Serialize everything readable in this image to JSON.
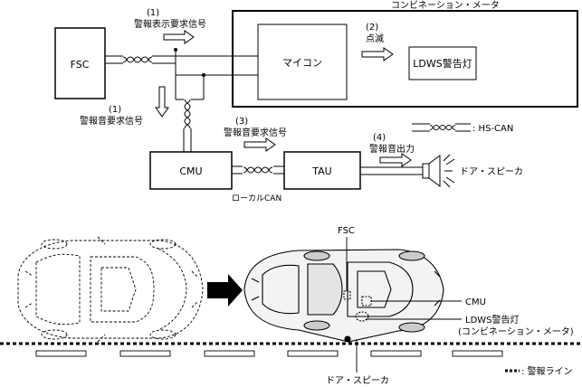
{
  "diagram": {
    "meter_title": "コンビネーション・メータ",
    "nodes": {
      "fsc": "FSC",
      "micon": "マイコン",
      "ldws_lamp": "LDWS警告灯",
      "cmu": "CMU",
      "tau": "TAU"
    },
    "signals": {
      "s1_num": "(1)",
      "s1_label": "警報表示要求信号",
      "s1b_num": "(1)",
      "s1b_label": "警報音要求信号",
      "s2_num": "(2)",
      "s2_label": "点滅",
      "s3_num": "(3)",
      "s3_label": "警報音要求信号",
      "s4_num": "(4)",
      "s4_label": "警報音出力"
    },
    "legend_hscan": ": HS-CAN",
    "local_can": "ローカルCAN",
    "door_speaker": "ドア・スピーカ"
  },
  "vehicle": {
    "fsc": "FSC",
    "cmu": "CMU",
    "ldws_line1": "LDWS警告灯",
    "ldws_line2": "(コンビネーション・メータ)",
    "door_speaker": "ドア・スピーカ",
    "legend_warning_line": ": 警報ライン"
  }
}
